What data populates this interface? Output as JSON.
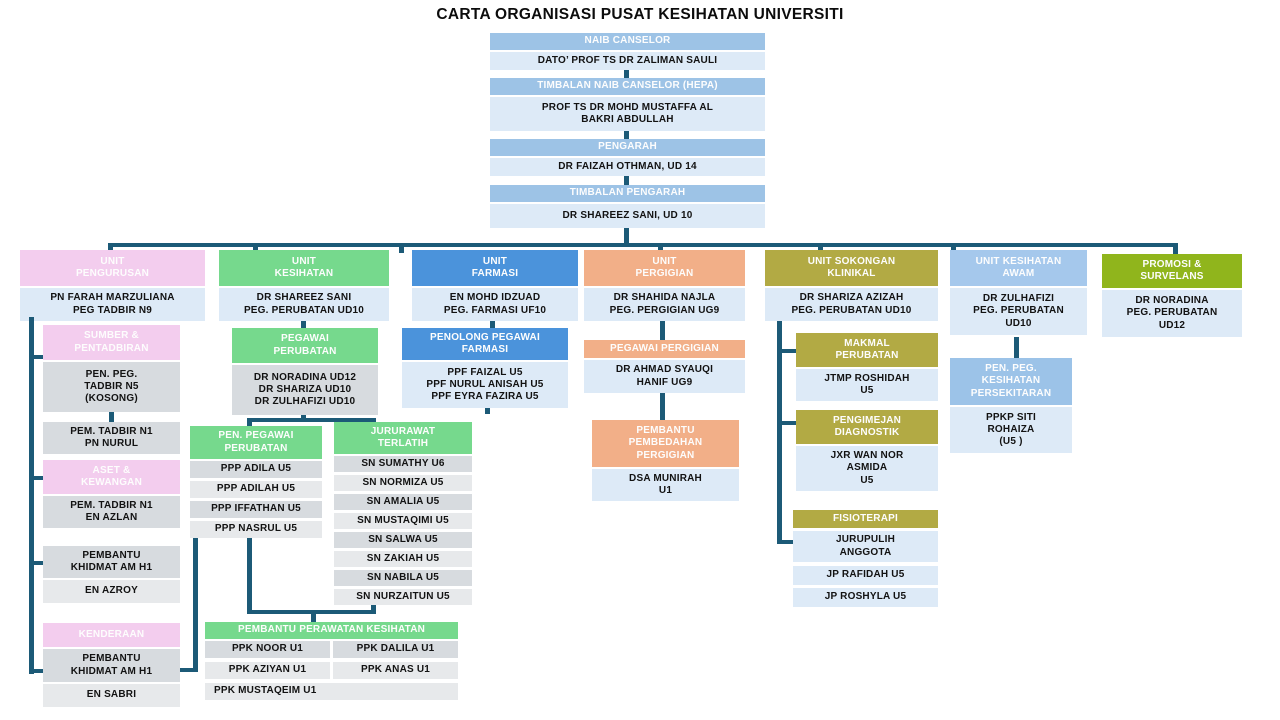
{
  "title": "CARTA ORGANISASI PUSAT KESIHATAN UNIVERSITI",
  "colors": {
    "line": "#1C5A77",
    "hdr_blue": "#9DC3E6",
    "box_blue": "#DDEAF7",
    "pink": "#F3CDEE",
    "green": "#76D98D",
    "dblue": "#4B93DB",
    "salmon": "#F2AF88",
    "olive": "#B2AA44",
    "lblue": "#A5C8EC",
    "lblue2": "#9CC3E8",
    "ygreen": "#90B51C",
    "gray_d": "#D7DBDF",
    "gray_l": "#E7E9EB"
  },
  "chain": {
    "nc_role": "NAIB CANSELOR",
    "nc_name": "DATO’ PROF TS DR ZALIMAN SAULI",
    "tnc_role": "TIMBALAN NAIB CANSELOR (HEPA)",
    "tnc_name": "PROF TS DR MOHD MUSTAFFA AL\nBAKRI ABDULLAH",
    "pengarah_role": "PENGARAH",
    "pengarah_name": "DR FAIZAH OTHMAN, UD 14",
    "tpengarah_role": "TIMBALAN PENGARAH",
    "tpengarah_name": "DR SHAREEZ SANI, UD 10"
  },
  "pengurusan": {
    "header": "UNIT\nPENGURUSAN",
    "head": "PN FARAH MARZULIANA\nPEG TADBIR N9",
    "sumber_header": "SUMBER &\nPENTADBIRAN",
    "sumber_1": "PEN. PEG.\nTADBIR N5\n(KOSONG)",
    "sumber_2": "PEM. TADBIR N1\nPN NURUL",
    "aset_header": "ASET &\nKEWANGAN",
    "aset_1": "PEM. TADBIR N1\nEN  AZLAN",
    "khidmat_1": "PEMBANTU\nKHIDMAT AM  H1",
    "khidmat_2": "EN AZROY",
    "kenderaan_header": "KENDERAAN",
    "kenderaan_1": "PEMBANTU\nKHIDMAT AM  H1",
    "kenderaan_2": "EN SABRI"
  },
  "kesihatan": {
    "header": "UNIT\nKESIHATAN",
    "head": "DR SHAREEZ SANI\nPEG. PERUBATAN UD10",
    "pegawai_header": "PEGAWAI\nPERUBATAN",
    "pegawai_staff": "DR NORADINA UD12\nDR SHARIZA UD10\nDR ZULHAFIZI UD10",
    "ppp_header": "PEN. PEGAWAI\nPERUBATAN",
    "ppp": [
      "PPP ADILA U5",
      "PPP ADILAH U5",
      "PPP IFFATHAN U5",
      "PPP NASRUL U5"
    ],
    "jururawat_header": "JURURAWAT\nTERLATIH",
    "jururawat": [
      "SN SUMATHY U6",
      "SN NORMIZA U5",
      "SN AMALIA U5",
      "SN MUSTAQIMI U5",
      "SN SALWA U5",
      "SN ZAKIAH U5",
      "SN NABILA U5",
      "SN NURZAITUN  U5"
    ],
    "ppk_header": "PEMBANTU PERAWATAN KESIHATAN",
    "ppk": [
      "PPK NOOR U1",
      "PPK DALILA U1",
      "PPK AZIYAN U1",
      "PPK ANAS U1",
      "PPK MUSTAQEIM U1"
    ]
  },
  "farmasi": {
    "header": "UNIT\nFARMASI",
    "head": "EN MOHD IDZUAD\nPEG. FARMASI UF10",
    "ppf_header": "PENOLONG PEGAWAI\nFARMASI",
    "ppf_staff": "PPF FAIZAL U5\nPPF NURUL ANISAH U5\nPPF EYRA FAZIRA U5"
  },
  "pergigian": {
    "header": "UNIT\nPERGIGIAN",
    "head": "DR SHAHIDA NAJLA\nPEG. PERGIGIAN UG9",
    "pegawai_header": "PEGAWAI PERGIGIAN",
    "pegawai_staff": "DR AHMAD SYAUQI\nHANIF UG9",
    "pembedahan_header": "PEMBANTU\nPEMBEDAHAN\nPERGIGIAN",
    "pembedahan_staff": "DSA MUNIRAH\nU1"
  },
  "sokongan": {
    "header": "UNIT SOKONGAN\nKLINIKAL",
    "head": "DR SHARIZA AZIZAH\nPEG. PERUBATAN UD10",
    "makmal_header": "MAKMAL\nPERUBATAN",
    "makmal_staff": "JTMP ROSHIDAH\nU5",
    "pengimejan_header": "PENGIMEJAN\nDIAGNOSTIK",
    "pengimejan_staff": "JXR WAN NOR\nASMIDA\nU5",
    "fisioterapi_header": "FISIOTERAPI",
    "fisioterapi_staff": "JURUPULIH\nANGGOTA",
    "fisioterapi_1": "JP RAFIDAH U5",
    "fisioterapi_2": "JP ROSHYLA U5"
  },
  "awam": {
    "header": "UNIT KESIHATAN\nAWAM",
    "head": "DR ZULHAFIZI\nPEG. PERUBATAN\nUD10",
    "persekitaran_header": "PEN. PEG.\nKESIHATAN\nPERSEKITARAN",
    "persekitaran_staff": "PPKP SITI\nROHAIZA\n(U5 )"
  },
  "promosi": {
    "header": "PROMOSI &\nSURVELANS",
    "head": "DR NORADINA\nPEG. PERUBATAN\nUD12"
  }
}
